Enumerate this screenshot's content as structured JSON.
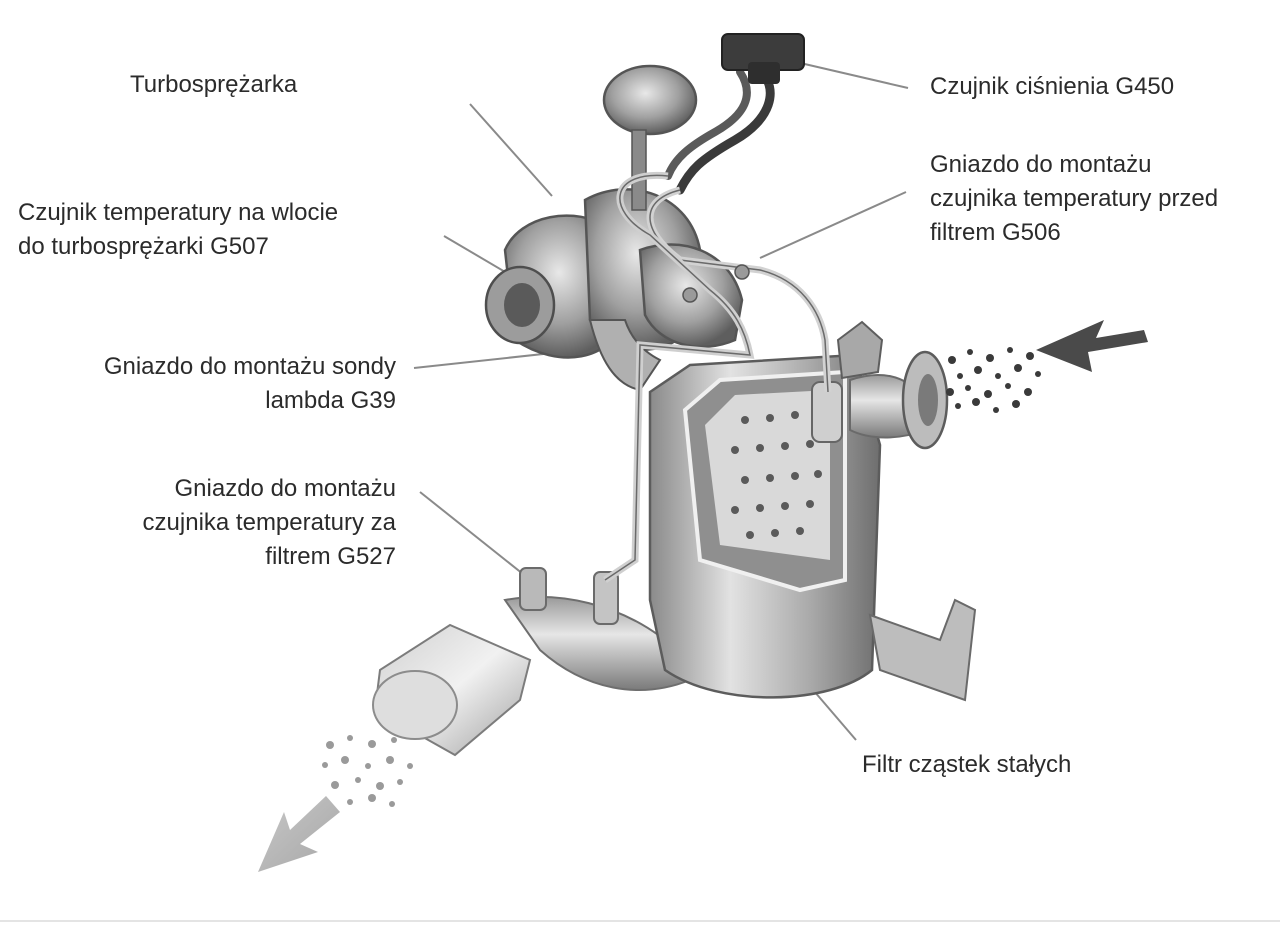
{
  "labels": {
    "turbocharger": [
      "Turbosprężarka"
    ],
    "pressure_sensor": [
      "Czujnik ciśnienia G450"
    ],
    "temp_before_filter": [
      "Gniazdo do montażu",
      "czujnika temperatury przed",
      "filtrem G506"
    ],
    "turbo_inlet_temp": [
      "Czujnik temperatury na wlocie",
      "do turbosprężarki G507"
    ],
    "lambda_socket": [
      "Gniazdo do montażu sondy",
      "lambda G39"
    ],
    "temp_after_filter": [
      "Gniazdo do montażu",
      "czujnika temperatury za",
      "filtrem G527"
    ],
    "particulate_filter": [
      "Filtr cząstek stałych"
    ]
  },
  "colors": {
    "text": "#2b2b2b",
    "leader": "#8a8a8a",
    "metal_dark": "#5c5c5c",
    "metal_light": "#d6d6d6",
    "arrow_in": "#4a4a4a",
    "arrow_out": "#b5b5b5"
  },
  "icons": [
    "flow-in-arrow-icon",
    "flow-out-arrow-icon"
  ]
}
